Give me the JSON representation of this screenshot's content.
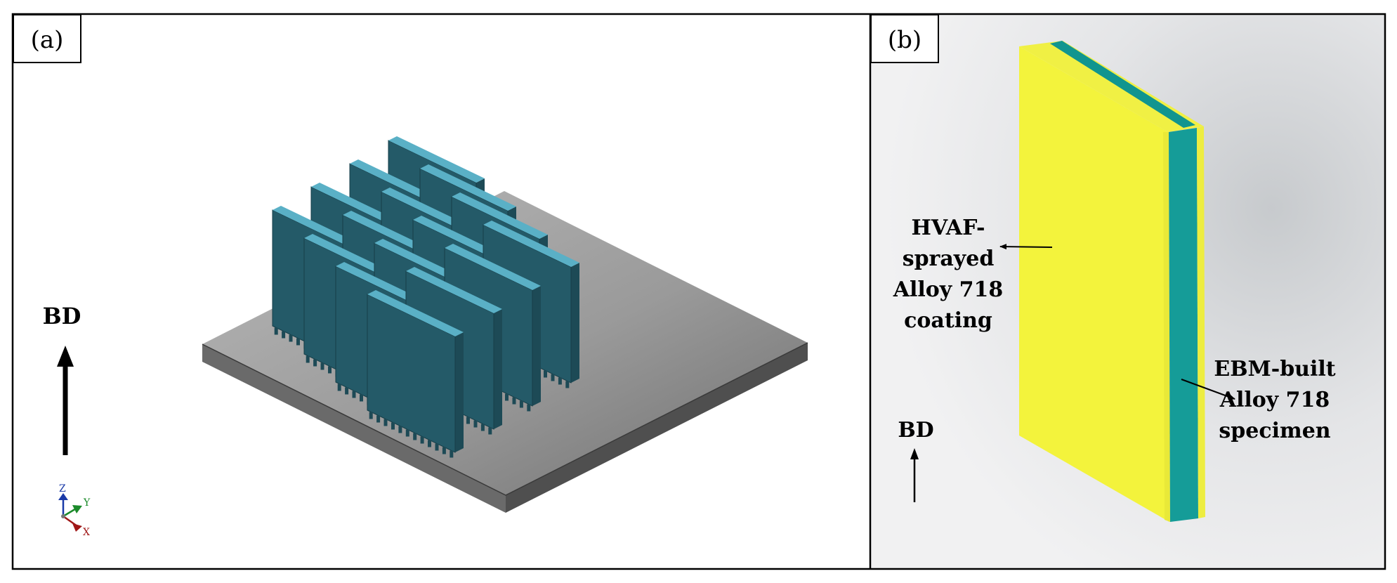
{
  "panels": {
    "a": {
      "label": "(a)",
      "direction_label": "BD",
      "axis_labels": {
        "z": "Z",
        "y": "Y",
        "x": "X"
      }
    },
    "b": {
      "label": "(b)",
      "direction_label": "BD",
      "coating_label": [
        "HVAF-",
        "sprayed",
        "Alloy 718",
        "coating"
      ],
      "specimen_label": [
        "EBM-built",
        "Alloy 718",
        "specimen"
      ]
    }
  },
  "colors": {
    "specimen_face": "#245a68",
    "specimen_top": "#5ab0c6",
    "specimen_side": "#1d4a56",
    "plate_top": "#a8a8a8",
    "plate_side": "#5c5c5c",
    "coating": "#f2f23a",
    "core": "#129a96",
    "border": "#000000"
  }
}
